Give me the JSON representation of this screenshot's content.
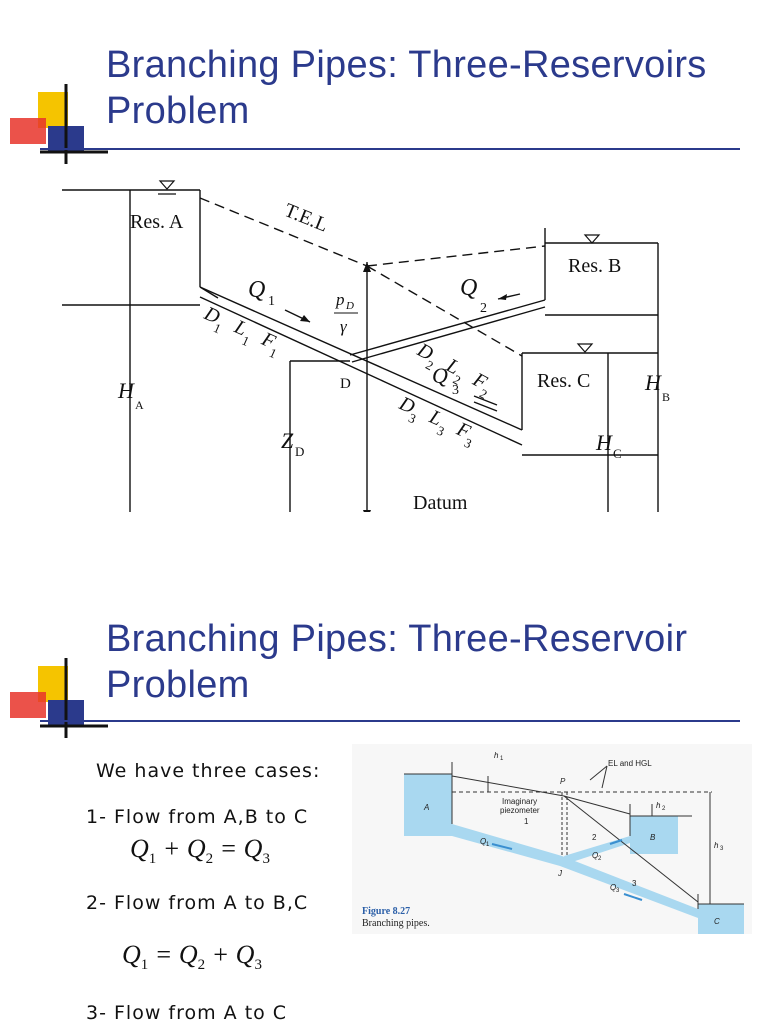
{
  "slide1": {
    "title_line1": "Branching Pipes: Three-Reservoirs",
    "title_line2": "Problem",
    "diagram": {
      "res_a": "Res. A",
      "res_b": "Res. B",
      "res_c": "Res. C",
      "tel": "T.E.L",
      "q": "Q",
      "sub1": "1",
      "sub2": "2",
      "sub3": "3",
      "pd_num": "p",
      "pd_sub": "D",
      "gamma": "γ",
      "d": "D",
      "l": "L",
      "f": "F",
      "junction": "D",
      "h": "H",
      "h_a_sub": "A",
      "h_b_sub": "B",
      "h_c_sub": "C",
      "z": "Z",
      "z_sub": "D",
      "datum": "Datum"
    }
  },
  "slide2": {
    "title_line1": "Branching Pipes: Three-Reservoir",
    "title_line2": "Problem",
    "intro": "We have three cases:",
    "case1": "1- Flow from A,B to C",
    "case2": "2- Flow from A to B,C",
    "case3": "3- Flow from A to C",
    "eq_plus": "+",
    "eq_equals": "=",
    "figure": {
      "h1": "h",
      "h1_sub": "1",
      "el_hgl": "EL and HGL",
      "p": "P",
      "imaginary": "Imaginary",
      "piezometer": "piezometer",
      "pipe1": "1",
      "pipe2": "2",
      "pipe3": "3",
      "a": "A",
      "b": "B",
      "c": "C",
      "j": "J",
      "h2": "h",
      "h2_sub": "2",
      "h3": "h",
      "h3_sub": "3",
      "q1": "Q",
      "q1_sub": "1",
      "q2": "Q",
      "q2_sub": "2",
      "q3": "Q",
      "q3_sub": "3",
      "caption_label": "Figure 8.27",
      "caption_text": "Branching pipes."
    }
  },
  "colors": {
    "title": "#2b3a8c",
    "accent_yellow": "#f5c400",
    "accent_red": "#e8342a",
    "accent_blue": "#2b3a8c",
    "water": "#a9d8f0"
  }
}
